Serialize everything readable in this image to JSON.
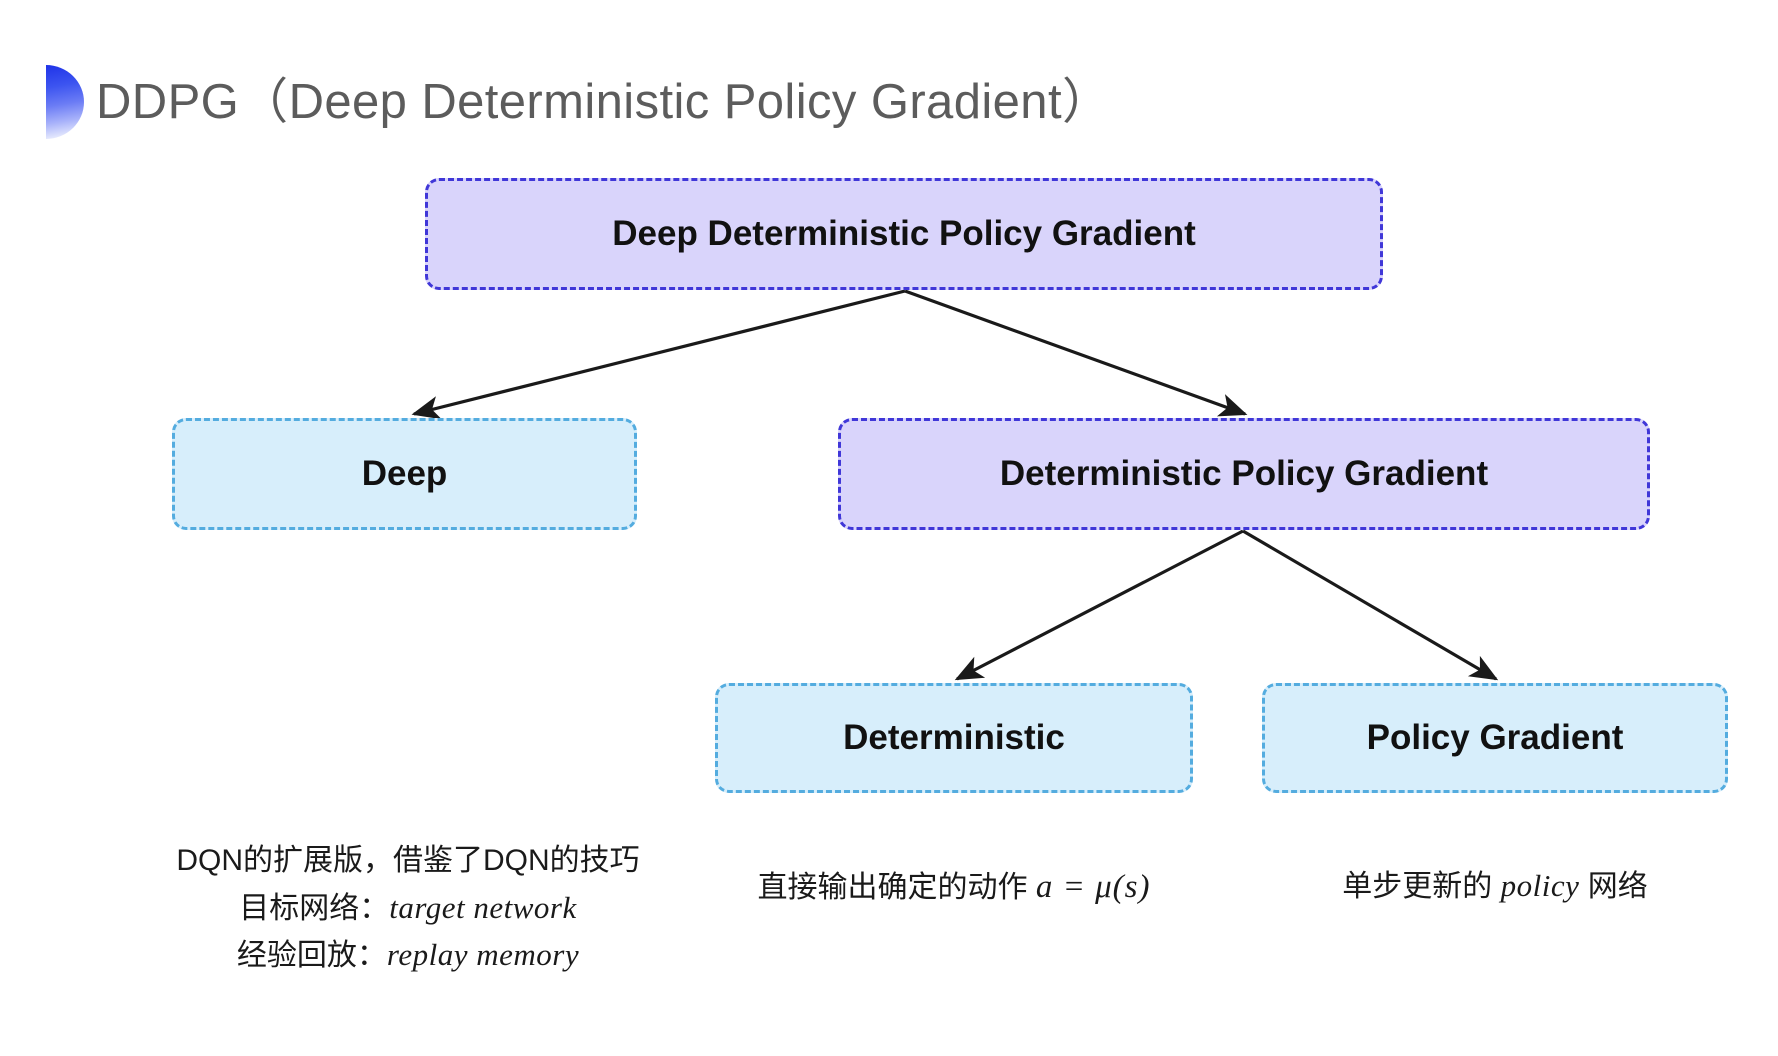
{
  "slide": {
    "title": "DDPG（Deep Deterministic Policy Gradient）",
    "bullet_icon": "gradient-half-circle-icon",
    "background": "#ffffff",
    "title_color": "#5c5c5c"
  },
  "colors": {
    "purple_fill": "#d9d4fb",
    "purple_border": "#4037d8",
    "blue_fill": "#d7eefb",
    "blue_border": "#54acdf",
    "arrow": "#1a1a1a",
    "text": "#111111"
  },
  "diagram": {
    "type": "tree",
    "nodes": [
      {
        "id": "root",
        "label": "Deep Deterministic Policy Gradient",
        "style": "purple"
      },
      {
        "id": "deep",
        "label": "Deep",
        "style": "blue"
      },
      {
        "id": "dpg",
        "label": "Deterministic Policy Gradient",
        "style": "purple"
      },
      {
        "id": "det",
        "label": "Deterministic",
        "style": "blue"
      },
      {
        "id": "pg",
        "label": "Policy Gradient",
        "style": "blue"
      }
    ],
    "edges": [
      {
        "from": "root",
        "to": "deep"
      },
      {
        "from": "root",
        "to": "dpg"
      },
      {
        "from": "dpg",
        "to": "det"
      },
      {
        "from": "dpg",
        "to": "pg"
      }
    ]
  },
  "captions": {
    "deep": {
      "line1": "DQN的扩展版，借鉴了DQN的技巧",
      "line2_label": "目标网络：",
      "line2_term": "target network",
      "line3_label": "经验回放：",
      "line3_term": "replay memory"
    },
    "deterministic": {
      "line1": "直接输出确定的动作",
      "formula": "a = μ(s)"
    },
    "policy_gradient": {
      "line1": "单步更新的",
      "line2_term": "policy",
      "line2_suffix": " 网络"
    }
  }
}
